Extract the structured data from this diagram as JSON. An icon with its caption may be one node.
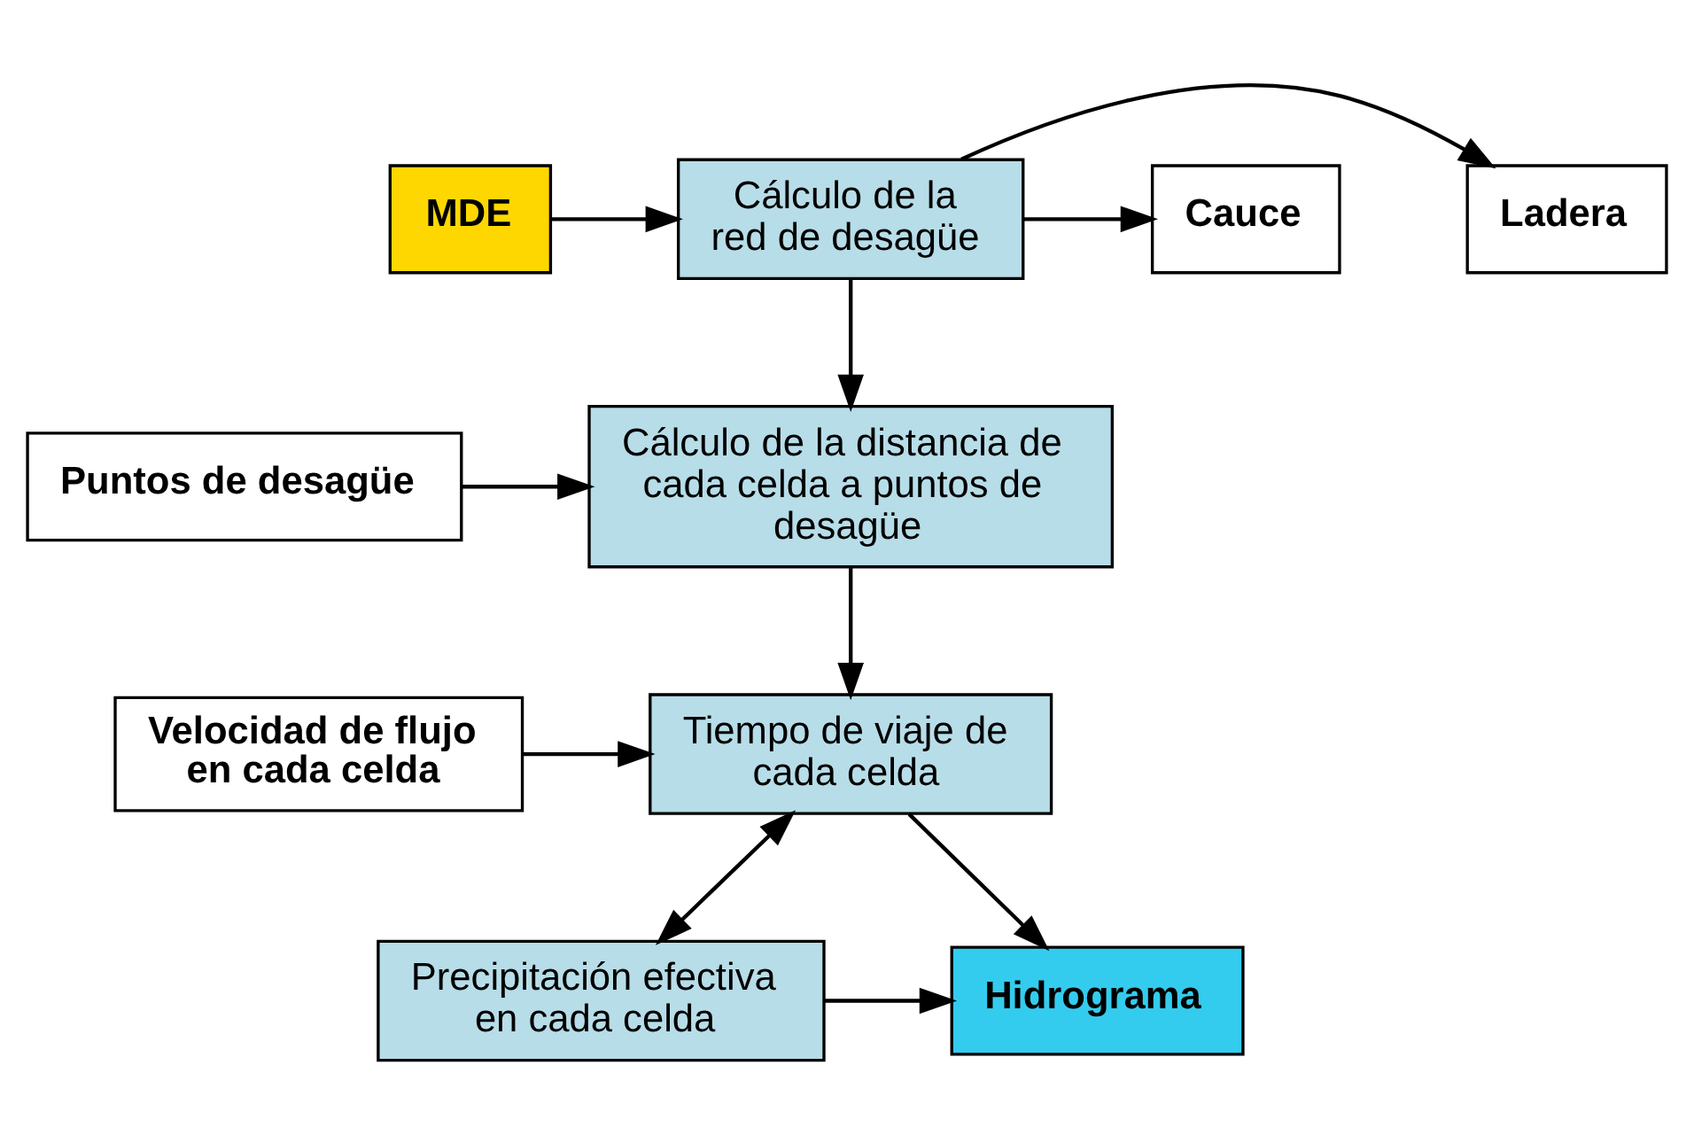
{
  "diagram": {
    "nodes": [
      {
        "text": [
          "MDE"
        ]
      },
      {
        "text": [
          "Cálculo de la red de desagüe"
        ]
      },
      {
        "text": [
          "Ladera"
        ]
      },
      {
        "text": [
          "Cauce"
        ]
      },
      {
        "text": [
          "Cálculo de la distancia de cada celda a puntos de desagüe"
        ]
      },
      {
        "text": [
          "Puntos de desagüe"
        ]
      },
      {
        "text": [
          "Velocidad de flujo en cada celda"
        ]
      },
      {
        "text": [
          "Tiempo de viaje de cada celda"
        ]
      },
      {
        "text": [
          "Hidrograma"
        ]
      },
      {
        "text": [
          "Precipitación efectiva en cada celda"
        ]
      }
    ],
    "edges": [
      {
        "from": 0,
        "to": 1,
        "arrow": "to"
      },
      {
        "from": 1,
        "to": 2,
        "arrow": "to"
      },
      {
        "from": 1,
        "to": 3,
        "arrow": "to"
      },
      {
        "from": 1,
        "to": 4,
        "arrow": "to"
      },
      {
        "from": 5,
        "to": 4,
        "arrow": "to"
      },
      {
        "from": 4,
        "to": 7,
        "arrow": "to"
      },
      {
        "from": 6,
        "to": 7,
        "arrow": "to"
      },
      {
        "from": 7,
        "to": 9,
        "arrow": "both"
      },
      {
        "from": 7,
        "to": 8,
        "arrow": "to"
      },
      {
        "from": 9,
        "to": 8,
        "arrow": "to"
      }
    ]
  }
}
